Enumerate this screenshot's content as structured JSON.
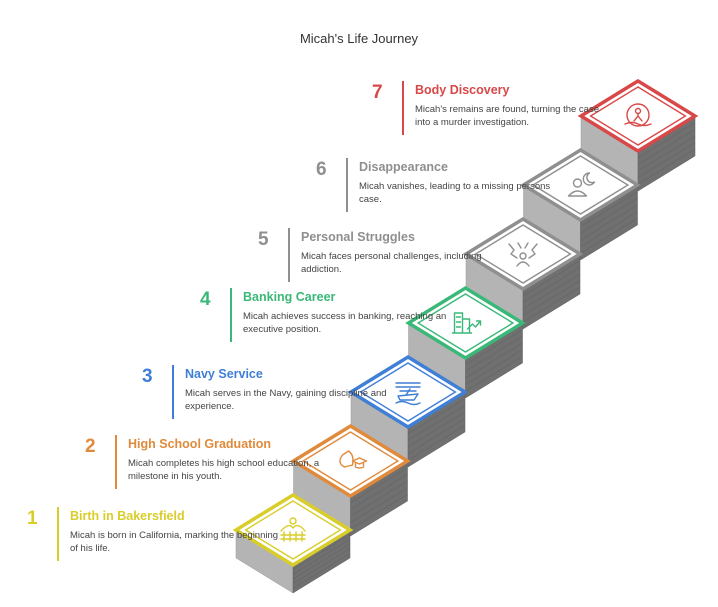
{
  "title": "Micah's Life Journey",
  "steps": [
    {
      "number": "1",
      "title": "Birth in Bakersfield",
      "description": "Micah is born in California, marking the beginning of his life.",
      "color": "#d9cd2a",
      "icon": "landscape-fence-icon"
    },
    {
      "number": "2",
      "title": "High School Graduation",
      "description": "Micah completes his high school education, a milestone in his youth.",
      "color": "#e08a3c",
      "icon": "graduation-cap-icon"
    },
    {
      "number": "3",
      "title": "Navy Service",
      "description": "Micah serves in the Navy, gaining discipline and experience.",
      "color": "#3f7fd6",
      "icon": "ship-icon"
    },
    {
      "number": "4",
      "title": "Banking Career",
      "description": "Micah achieves success in banking, reaching an executive position.",
      "color": "#3ab878",
      "icon": "office-growth-icon"
    },
    {
      "number": "5",
      "title": "Personal Struggles",
      "description": "Micah faces personal challenges, including addiction.",
      "color": "#8f8f8f",
      "icon": "person-struggle-icon"
    },
    {
      "number": "6",
      "title": "Disappearance",
      "description": "Micah vanishes, leading to a missing persons case.",
      "color": "#8f8f8f",
      "icon": "person-moon-icon"
    },
    {
      "number": "7",
      "title": "Body Discovery",
      "description": "Micah's remains are found, turning the case into a murder investigation.",
      "color": "#d84848",
      "icon": "discovery-icon"
    }
  ]
}
